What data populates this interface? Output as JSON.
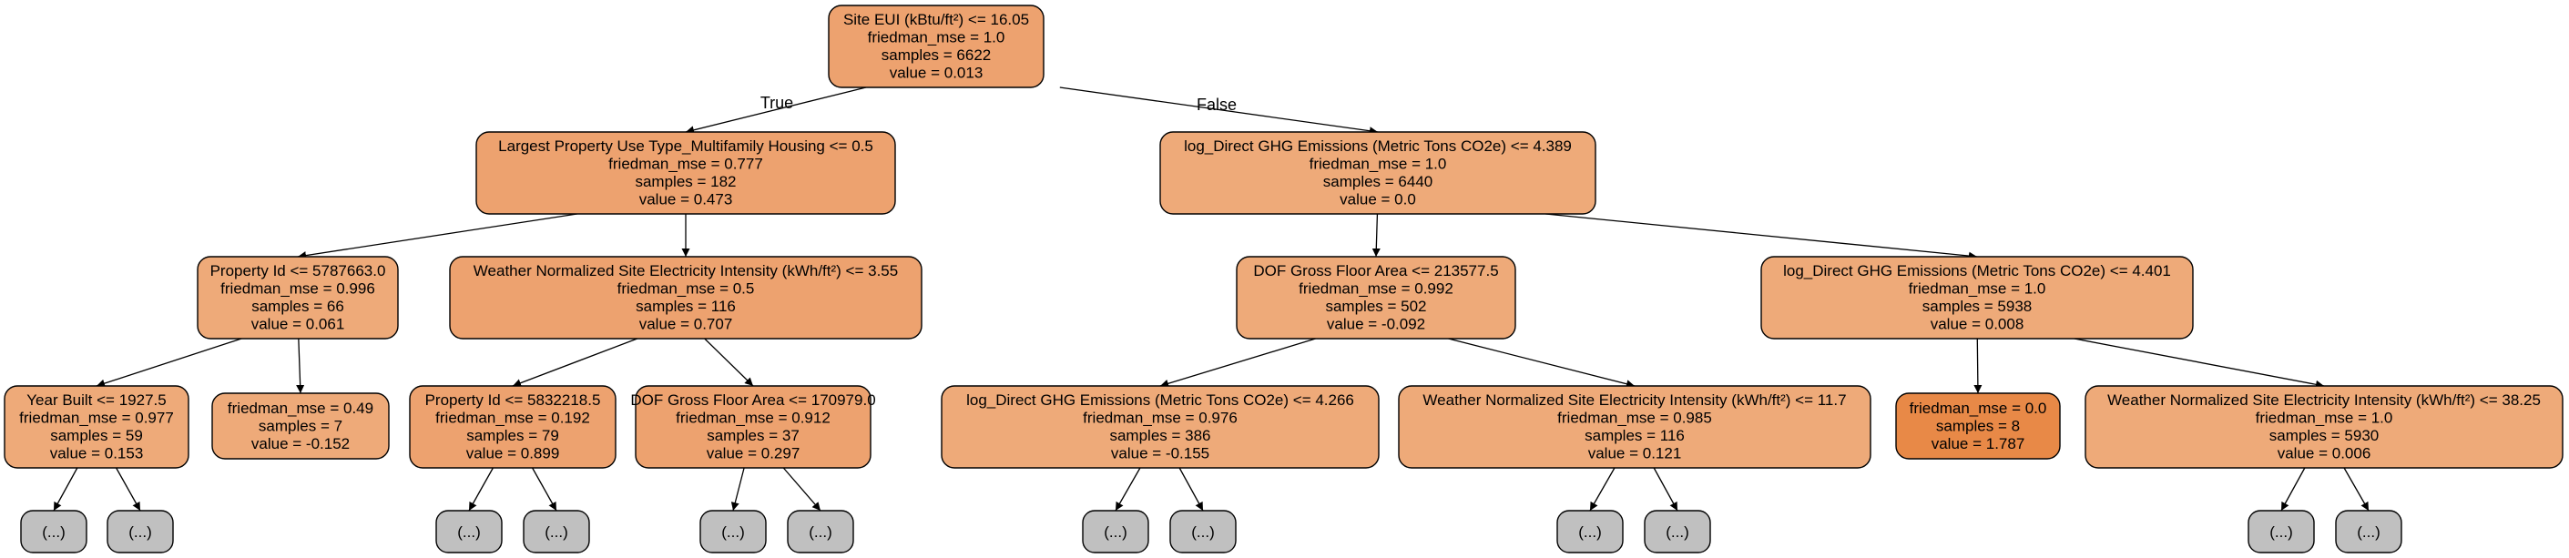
{
  "colors": {
    "node_fill": "#eda26f",
    "node_fill_light": "#eeaa79",
    "node_fill_dark": "#e88947",
    "leaf_fill": "#c0c0c0",
    "edge": "#000000"
  },
  "edge_labels": {
    "true_label": "True",
    "false_label": "False"
  },
  "nodes": [
    {
      "id": "n0",
      "lines": [
        "Site EUI (kBtu/ft²) <= 16.05",
        "friedman_mse = 1.0",
        "samples = 6622",
        "value = 0.013"
      ]
    },
    {
      "id": "n1",
      "lines": [
        "Largest Property Use Type_Multifamily Housing <= 0.5",
        "friedman_mse = 0.777",
        "samples = 182",
        "value = 0.473"
      ]
    },
    {
      "id": "n2",
      "lines": [
        "log_Direct GHG Emissions (Metric Tons CO2e) <= 4.389",
        "friedman_mse = 1.0",
        "samples = 6440",
        "value = 0.0"
      ]
    },
    {
      "id": "n3",
      "lines": [
        "Property Id <= 5787663.0",
        "friedman_mse = 0.996",
        "samples = 66",
        "value = 0.061"
      ]
    },
    {
      "id": "n4",
      "lines": [
        "Weather Normalized Site Electricity Intensity (kWh/ft²) <= 3.55",
        "friedman_mse = 0.5",
        "samples = 116",
        "value = 0.707"
      ]
    },
    {
      "id": "n5",
      "lines": [
        "DOF Gross Floor Area <= 213577.5",
        "friedman_mse = 0.992",
        "samples = 502",
        "value = -0.092"
      ]
    },
    {
      "id": "n6",
      "lines": [
        "log_Direct GHG Emissions (Metric Tons CO2e) <= 4.401",
        "friedman_mse = 1.0",
        "samples = 5938",
        "value = 0.008"
      ]
    },
    {
      "id": "n7",
      "lines": [
        "Year Built <= 1927.5",
        "friedman_mse = 0.977",
        "samples = 59",
        "value = 0.153"
      ]
    },
    {
      "id": "n8",
      "lines": [
        "friedman_mse = 0.49",
        "samples = 7",
        "value = -0.152"
      ]
    },
    {
      "id": "n9",
      "lines": [
        "Property Id <= 5832218.5",
        "friedman_mse = 0.192",
        "samples = 79",
        "value = 0.899"
      ]
    },
    {
      "id": "n10",
      "lines": [
        "DOF Gross Floor Area <= 170979.0",
        "friedman_mse = 0.912",
        "samples = 37",
        "value = 0.297"
      ]
    },
    {
      "id": "n11",
      "lines": [
        "log_Direct GHG Emissions (Metric Tons CO2e) <= 4.266",
        "friedman_mse = 0.976",
        "samples = 386",
        "value = -0.155"
      ]
    },
    {
      "id": "n12",
      "lines": [
        "Weather Normalized Site Electricity Intensity (kWh/ft²) <= 11.7",
        "friedman_mse = 0.985",
        "samples = 116",
        "value = 0.121"
      ]
    },
    {
      "id": "n13",
      "lines": [
        "friedman_mse = 0.0",
        "samples = 8",
        "value = 1.787"
      ]
    },
    {
      "id": "n14",
      "lines": [
        "Weather Normalized Site Electricity Intensity (kWh/ft²) <= 38.25",
        "friedman_mse = 1.0",
        "samples = 5930",
        "value = 0.006"
      ]
    }
  ],
  "truncated_label": "(...)"
}
